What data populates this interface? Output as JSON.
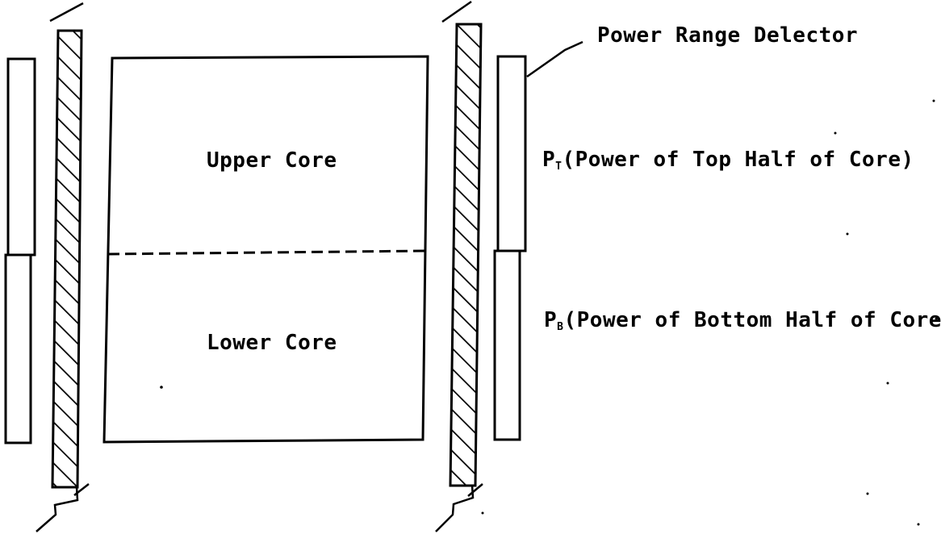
{
  "diagram": {
    "detector_label": "Power Range Delector",
    "upper_core_label": "Upper Core",
    "lower_core_label": "Lower Core",
    "top_power": {
      "symbol": "P",
      "subscript": "T",
      "description": "(Power of Top Half of Core)"
    },
    "bottom_power": {
      "symbol": "P",
      "subscript": "B",
      "description": "(Power of Bottom Half of Core)"
    }
  }
}
